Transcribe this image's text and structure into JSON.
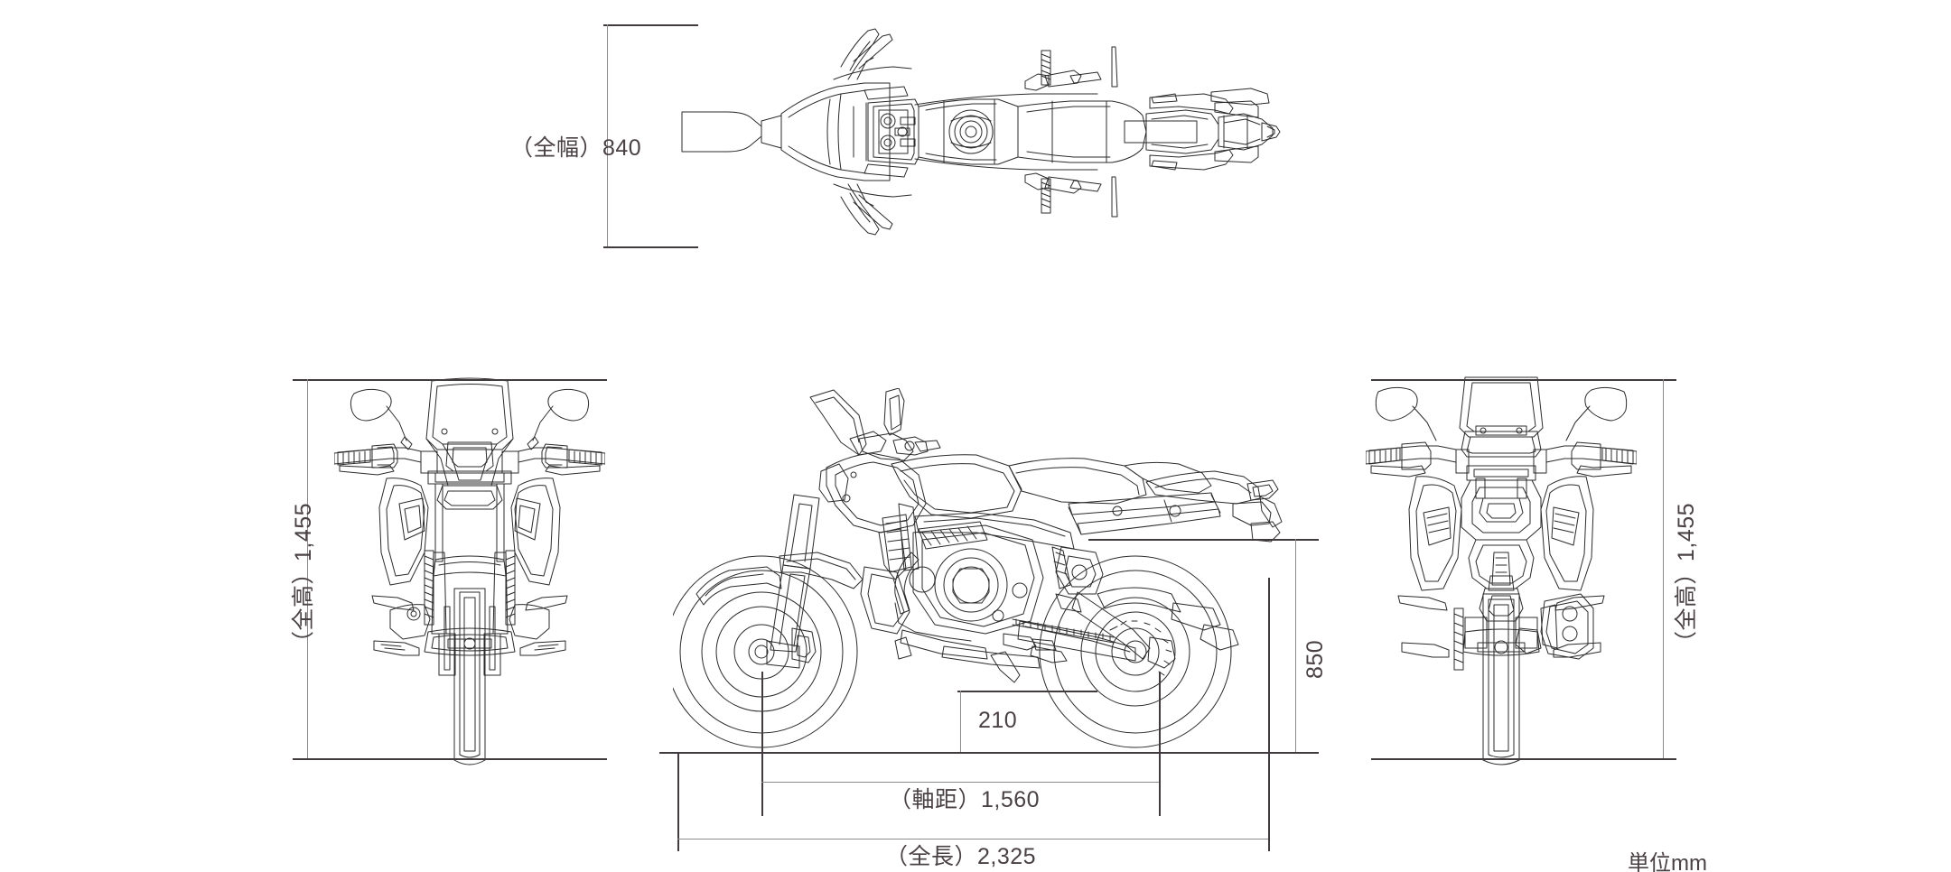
{
  "drawing": {
    "title": "Motorcycle dimension drawing",
    "unit_note": "単位mm",
    "views": {
      "top": "top-view",
      "front": "front-view",
      "side": "side-view",
      "rear": "rear-view"
    }
  },
  "dimensions": {
    "overall_width": {
      "label": "（全幅）840",
      "value": 840,
      "name": "overall-width"
    },
    "overall_height_left": {
      "label": "（全高）1,455",
      "value": 1455,
      "name": "overall-height-front"
    },
    "overall_height_right": {
      "label": "（全高）1,455",
      "value": 1455,
      "name": "overall-height-rear"
    },
    "seat_height": {
      "label": "850",
      "value": 850,
      "name": "seat-height"
    },
    "ground_clearance": {
      "label": "210",
      "value": 210,
      "name": "ground-clearance"
    },
    "wheelbase": {
      "label": "（軸距）1,560",
      "value": 1560,
      "name": "wheelbase"
    },
    "overall_length": {
      "label": "（全長）2,325",
      "value": 2325,
      "name": "overall-length"
    }
  },
  "colors": {
    "background": "#ffffff",
    "line": "#2b2b2b",
    "dimension_line": "#8e8a8c",
    "extension_line": "#413a3e",
    "text": "#4a4145"
  }
}
